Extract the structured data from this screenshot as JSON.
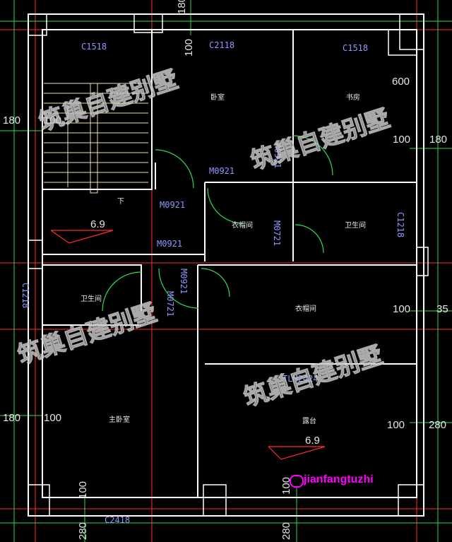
{
  "rooms": {
    "bedroom": "卧室",
    "study": "书房",
    "stairs_down": "下",
    "cloakroom_a": "衣帽间",
    "bathroom_a": "卫生间",
    "bathroom_b": "卫生间",
    "cloakroom_b": "衣帽间",
    "master_bedroom": "主卧室",
    "terrace": "露台"
  },
  "codes": {
    "window_c1518_a": "C1518",
    "window_c2118": "C2118",
    "window_c1518_b": "C1518",
    "door_m0921_a": "M0921",
    "door_m0921_b": "M0921",
    "door_m0921_c": "M0921",
    "door_m0721_a": "M0721",
    "door_m0921_v": "M0921",
    "door_m0921_v2": "M0921",
    "door_m0721_b": "M0721",
    "window_c1218_r": "C1218",
    "window_c1218_l": "C1218",
    "door_tlm2424": "TLM2424",
    "window_c2418": "C2418"
  },
  "dims": {
    "top_180": "180",
    "top_100": "100",
    "left_180_a": "180",
    "left_100_a": "100",
    "right_600": "600",
    "right_100_a": "100",
    "right_180": "180",
    "right_100_b": "100",
    "right_35": "35",
    "left_180_b": "180",
    "left_100_b": "100",
    "right_100_c": "100",
    "right_280": "280",
    "bottom_100_a": "100",
    "bottom_280_a": "280",
    "bottom_100_b": "100",
    "bottom_280_b": "280"
  },
  "levels": {
    "elev_a": "6.9",
    "elev_b": "6.9"
  },
  "watermark": {
    "text_1": "筑巢自建别墅",
    "text_2": "筑巢自建别墅",
    "text_3": "筑巢自建别墅",
    "text_4": "筑巢自建别墅"
  },
  "brand": "jianfangtuzhi",
  "colors": {
    "wall": "#ffffff",
    "axis": "#ff2d2d",
    "dim": "#2ddc55",
    "code": "#8f98ff",
    "brand": "#ff00ff"
  }
}
